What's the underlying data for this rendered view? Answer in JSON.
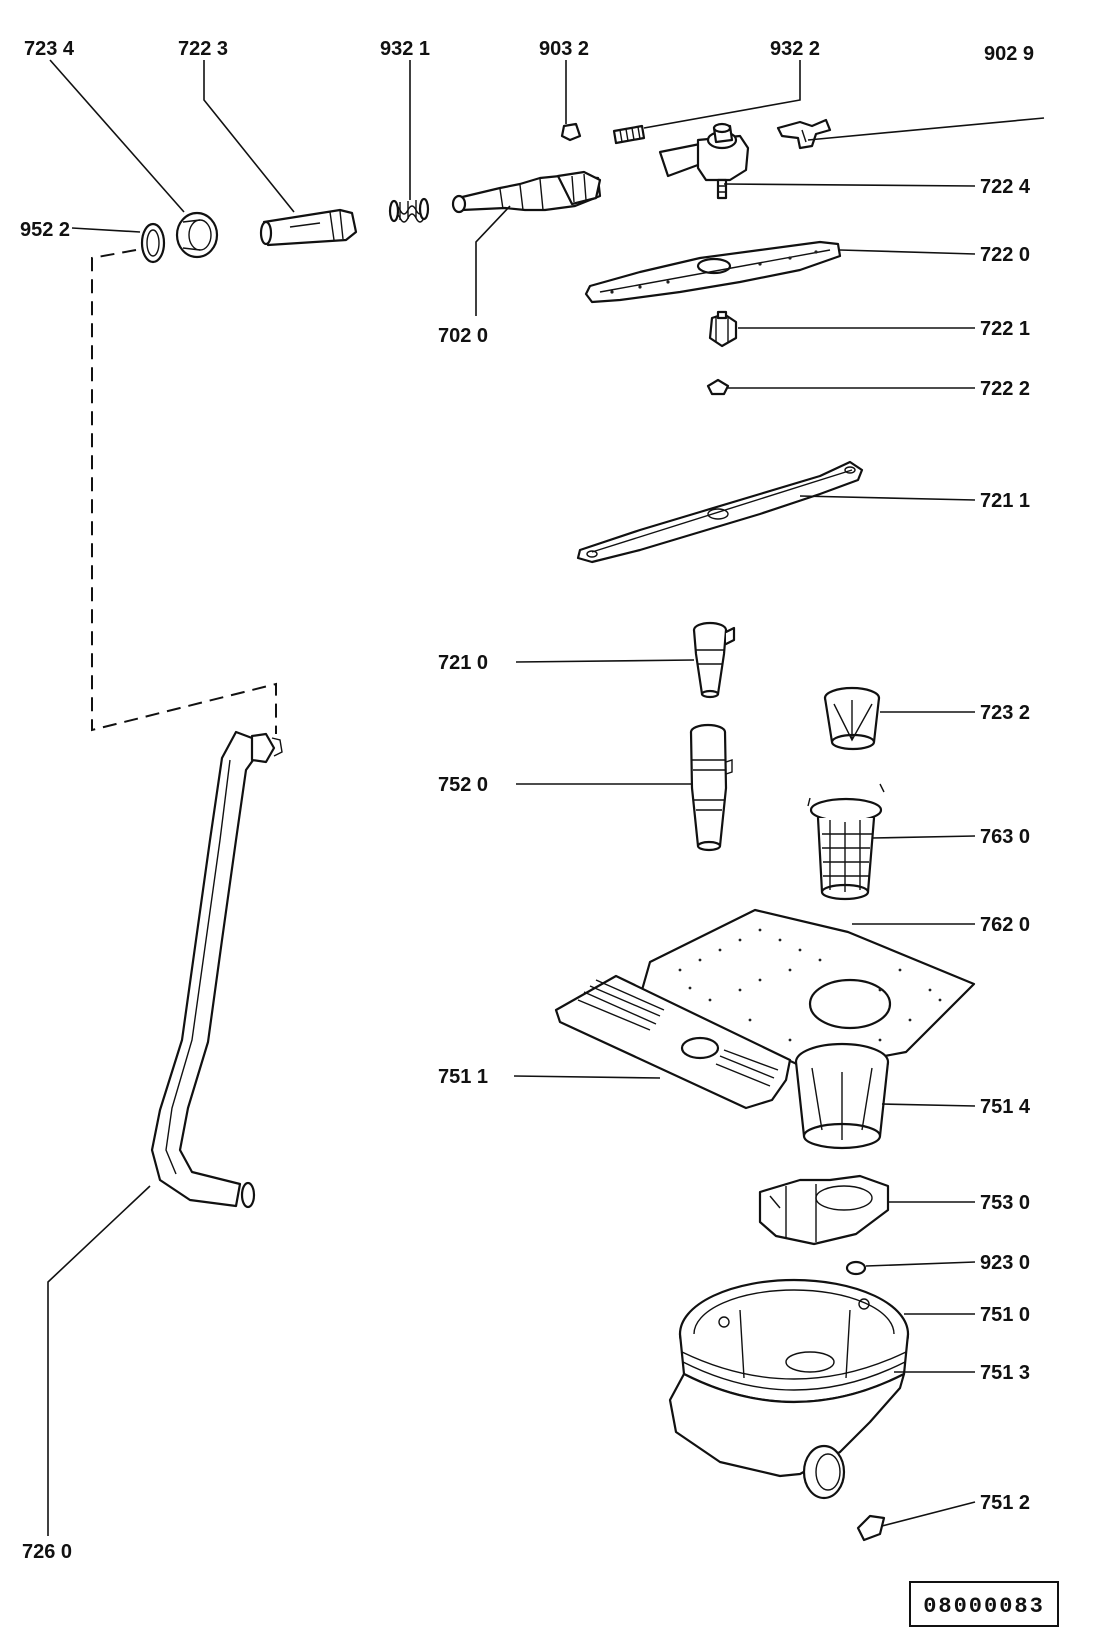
{
  "labels": {
    "l7234": "723 4",
    "l7223": "722 3",
    "l9321": "932 1",
    "l9032": "903 2",
    "l9322": "932 2",
    "l9029": "902 9",
    "l9522": "952 2",
    "l7224": "722 4",
    "l7220": "722 0",
    "l7020": "702  0",
    "l7221": "722 1",
    "l7222": "722 2",
    "l7211": "721 1",
    "l7210": "721  0",
    "l7232": "723 2",
    "l7520": "752  0",
    "l7630": "763 0",
    "l7620": "762 0",
    "l7511": "751  1",
    "l7514": "751 4",
    "l7530": "753 0",
    "l9230": "923 0",
    "l7510": "751 0",
    "l7513": "751 3",
    "l7512": "751 2",
    "l7260": "726 0"
  },
  "drawing_code": "08000083"
}
